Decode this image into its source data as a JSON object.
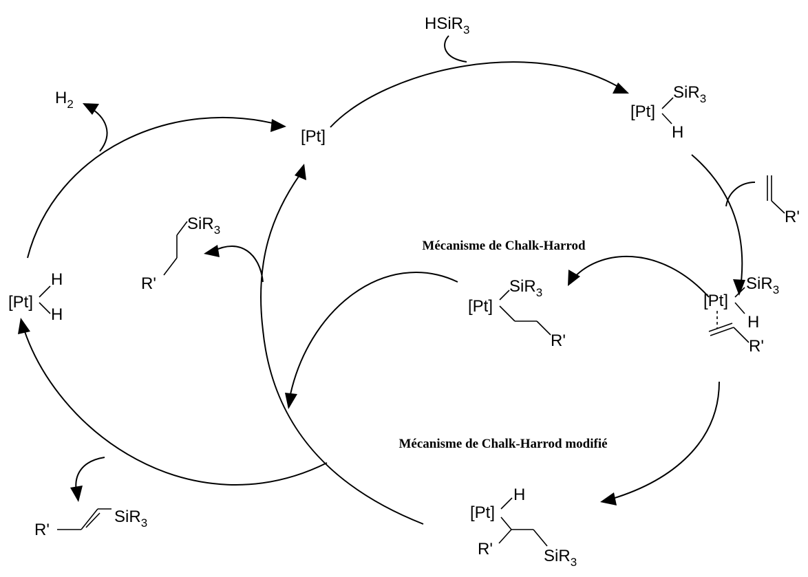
{
  "titles": {
    "chalk_harrod": "Mécanisme de Chalk-Harrod",
    "chalk_harrod_modified": "Mécanisme de Chalk-Harrod modifié"
  },
  "labels": {
    "pt": "[Pt]",
    "silane_h": "HSi",
    "r": "R",
    "three": "3",
    "two": "2",
    "si": "Si",
    "h": "H",
    "rprime": "R'"
  }
}
